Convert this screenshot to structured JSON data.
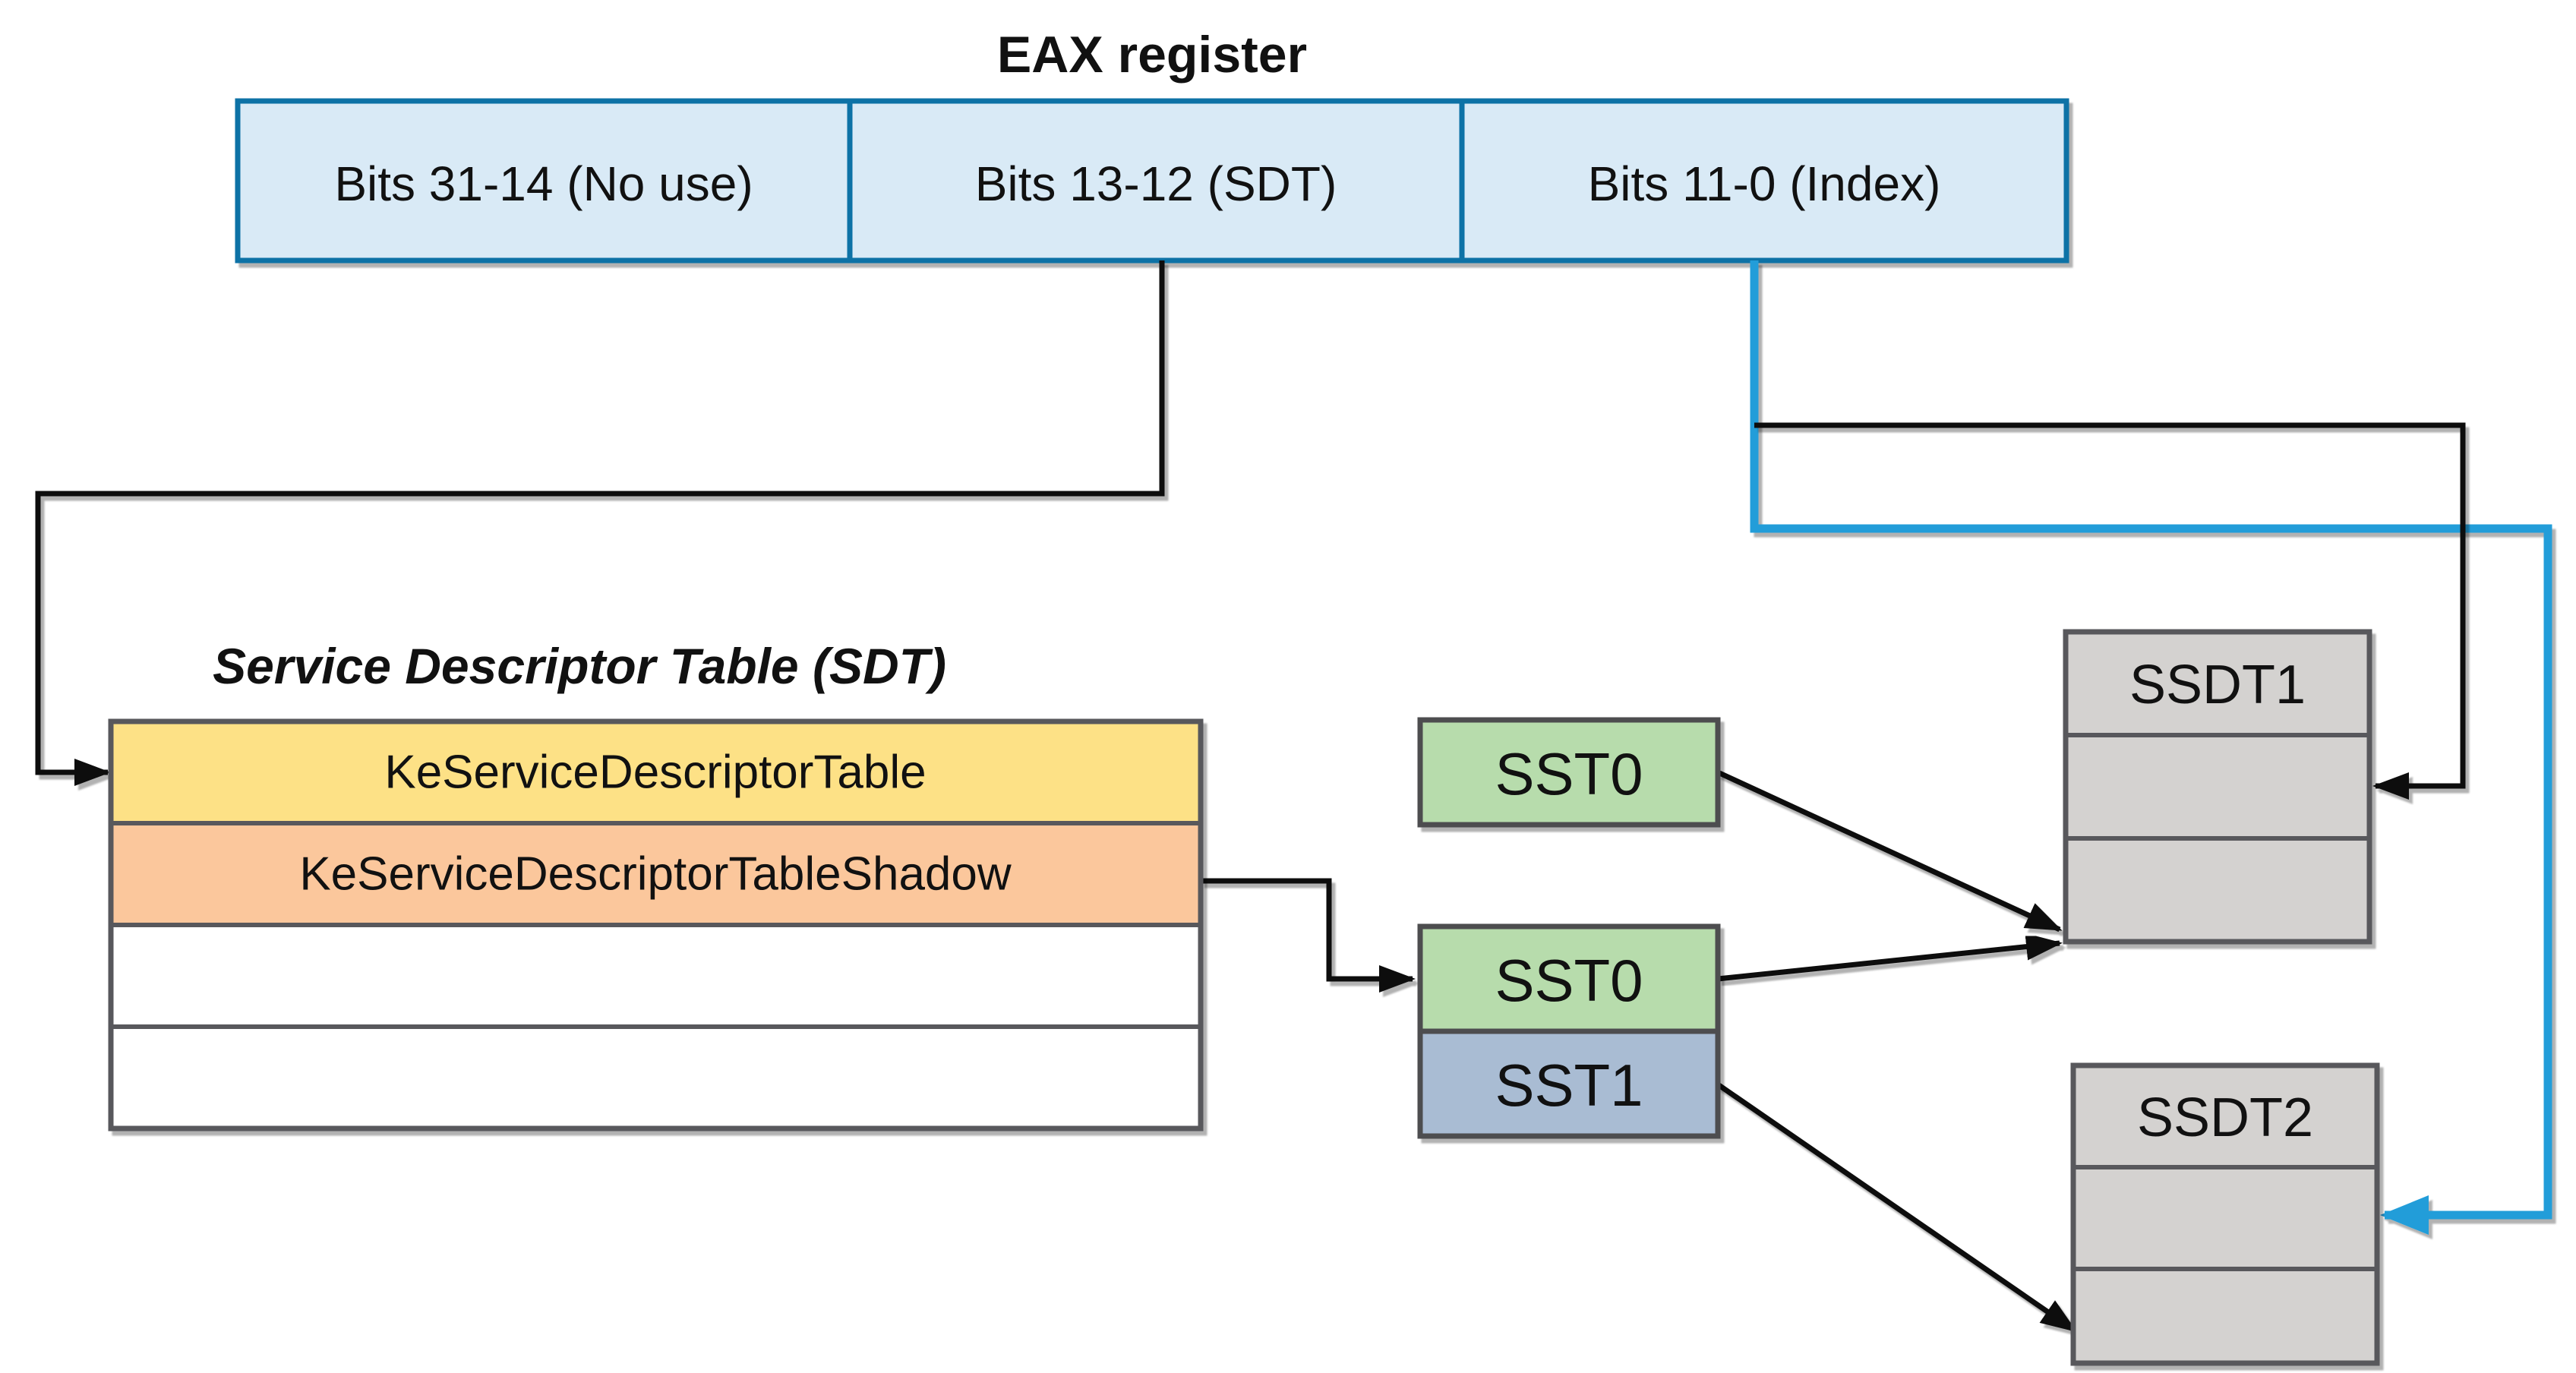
{
  "register": {
    "title": "EAX register",
    "cells": [
      {
        "label": "Bits 31-14 (No use)"
      },
      {
        "label": "Bits 13-12 (SDT)"
      },
      {
        "label": "Bits 11-0 (Index)"
      }
    ]
  },
  "sdt": {
    "label": "Service Descriptor Table (SDT)",
    "rows": [
      {
        "label": "KeServiceDescriptorTable"
      },
      {
        "label": "KeServiceDescriptorTableShadow"
      },
      {
        "label": ""
      },
      {
        "label": ""
      }
    ]
  },
  "sst": {
    "sst0_top": "SST0",
    "sst0_bottom": "SST0",
    "sst1": "SST1"
  },
  "ssdt": {
    "ssdt1": "SSDT1",
    "ssdt2": "SSDT2"
  },
  "colors": {
    "register_fill": "#d9eaf6",
    "register_border": "#0f72a6",
    "row_yellow": "#fde186",
    "row_orange": "#fbc79c",
    "row_white": "#ffffff",
    "sst_green": "#b7dcac",
    "sst_slate": "#a9bcd3",
    "ssdt_gray": "#d4d2d0",
    "connector_black": "#111111",
    "connector_blue": "#209dd9",
    "box_border_gray": "#58595b"
  }
}
